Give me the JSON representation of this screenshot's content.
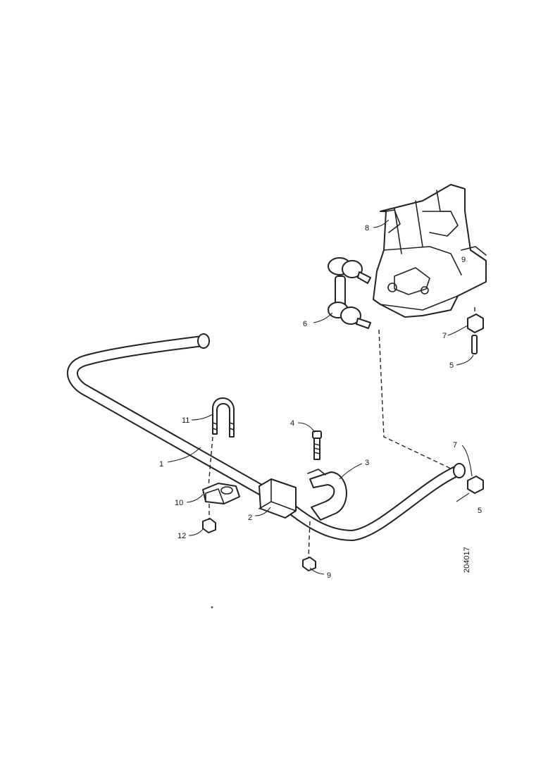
{
  "callouts": {
    "c1": "1",
    "c2": "2",
    "c3": "3",
    "c4": "4",
    "c5a": "5",
    "c5b": "5",
    "c6": "6",
    "c7a": "7",
    "c7b": "7",
    "c8": "8",
    "c9a": "9",
    "c9b": "9",
    "c10": "10",
    "c11": "11",
    "c12": "12"
  },
  "figure_ref": "204017"
}
